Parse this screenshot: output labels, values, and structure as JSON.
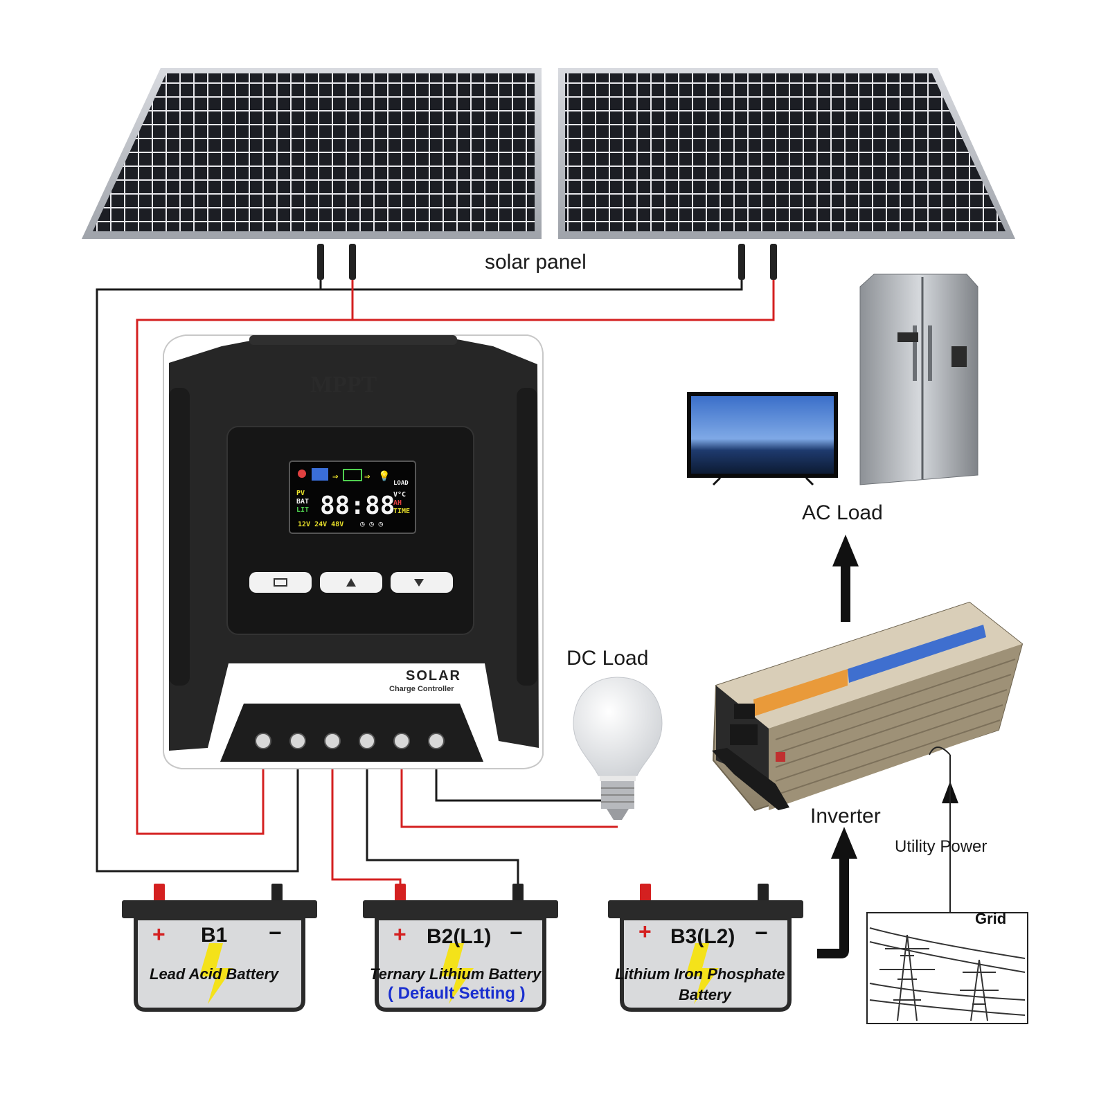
{
  "labels": {
    "solar_panel": "solar panel",
    "ac_load": "AC Load",
    "dc_load": "DC Load",
    "inverter": "Inverter",
    "utility_power": "Utility Power",
    "grid": "Grid"
  },
  "controller": {
    "brand": "MPPT",
    "product": "SOLAR",
    "product_sub": "Charge Controller",
    "lcd": {
      "digits": "88:88",
      "left_labels": [
        "PV",
        "BAT",
        "LIT"
      ],
      "right_labels": [
        "V°C",
        "AH",
        "TIME"
      ],
      "load": "LOAD",
      "voltages": "12V 24V 48V"
    }
  },
  "batteries": [
    {
      "id": "B1",
      "type": "Lead Acid Battery",
      "note": ""
    },
    {
      "id": "B2(L1)",
      "type": "Ternary Lithium Battery",
      "note": "( Default Setting )"
    },
    {
      "id": "B3(L2)",
      "type_line1": "Lithium Iron Phosphate",
      "type_line2": "Battery"
    }
  ],
  "terminal_signs": {
    "plus": "+",
    "minus": "−"
  },
  "colors": {
    "positive_wire": "#d42020",
    "negative_wire": "#1a1a1a",
    "panel_cell": "#1b1d22",
    "controller_body": "#2a2a2a",
    "note_blue": "#1a2fcf",
    "bolt_yellow": "#f4e21a"
  }
}
